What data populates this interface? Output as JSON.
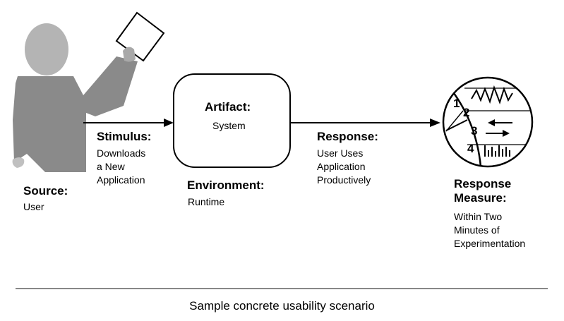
{
  "source": {
    "title": "Source:",
    "value": "User"
  },
  "stimulus": {
    "title": "Stimulus:",
    "lines": [
      "Downloads",
      "a New",
      "Application"
    ]
  },
  "artifact": {
    "title": "Artifact:",
    "value": "System"
  },
  "environment": {
    "title": "Environment:",
    "value": "Runtime"
  },
  "response": {
    "title": "Response:",
    "lines": [
      "User Uses",
      "Application",
      "Productively"
    ]
  },
  "response_measure": {
    "title_lines": [
      "Response",
      "Measure:"
    ],
    "lines": [
      "Within Two",
      "Minutes of",
      "Experimentation"
    ],
    "gauge_numbers": [
      "1",
      "2",
      "3",
      "4"
    ]
  },
  "caption": "Sample concrete usability scenario",
  "colors": {
    "figure": "#8a8a8a",
    "head": "#b4b4b4",
    "line": "#000000",
    "rule": "#888888"
  }
}
